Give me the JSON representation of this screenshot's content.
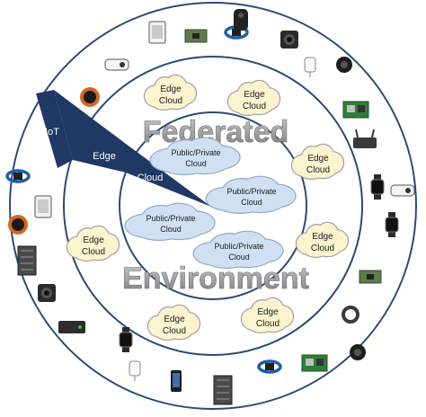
{
  "rings": {
    "outer_label": "IoT",
    "middle_label": "Edge",
    "inner_label": "Cloud"
  },
  "watermark": {
    "top_word": "Federated",
    "bottom_word": "Environment"
  },
  "edge_clouds": [
    {
      "line1": "Edge",
      "line2": "Cloud"
    },
    {
      "line1": "Edge",
      "line2": "Cloud"
    },
    {
      "line1": "Edge",
      "line2": "Cloud"
    },
    {
      "line1": "Edge",
      "line2": "Cloud"
    },
    {
      "line1": "Edge",
      "line2": "Cloud"
    },
    {
      "line1": "Edge",
      "line2": "Cloud"
    },
    {
      "line1": "Edge",
      "line2": "Cloud"
    }
  ],
  "core_clouds": [
    {
      "line1": "Public/Private",
      "line2": "Cloud"
    },
    {
      "line1": "Public/Private",
      "line2": "Cloud"
    },
    {
      "line1": "Public/Private",
      "line2": "Cloud"
    },
    {
      "line1": "Public/Private",
      "line2": "Cloud"
    }
  ],
  "devices": [
    {
      "icon": "tablet-device-icon"
    },
    {
      "icon": "circuit-board-icon"
    },
    {
      "icon": "fitness-band-icon"
    },
    {
      "icon": "security-camera-icon"
    },
    {
      "icon": "dash-button-icon"
    },
    {
      "icon": "smart-plug-icon"
    },
    {
      "icon": "webcam-icon"
    },
    {
      "icon": "thermostat-icon"
    },
    {
      "icon": "raspberry-pi-icon"
    },
    {
      "icon": "router-icon"
    },
    {
      "icon": "fitness-band-icon"
    },
    {
      "icon": "smartwatch-icon"
    },
    {
      "icon": "dash-button-icon"
    },
    {
      "icon": "tablet-device-icon"
    },
    {
      "icon": "thermostat-icon"
    },
    {
      "icon": "smartwatch-icon"
    },
    {
      "icon": "circuit-board-icon"
    },
    {
      "icon": "server-icon"
    },
    {
      "icon": "security-camera-icon"
    },
    {
      "icon": "ring-device-icon"
    },
    {
      "icon": "network-gateway-icon"
    },
    {
      "icon": "smartwatch-icon"
    },
    {
      "icon": "raspberry-pi-icon"
    },
    {
      "icon": "webcam-icon"
    },
    {
      "icon": "fitness-band-icon"
    },
    {
      "icon": "smart-plug-icon"
    },
    {
      "icon": "smartphone-icon"
    },
    {
      "icon": "server-icon"
    },
    {
      "icon": "smart-speaker-icon"
    }
  ],
  "colors": {
    "ring_stroke": "#2b4a78",
    "wedge_fill": "#1f3864",
    "cloud_fill": "#fdf3cf",
    "core_cloud_fill": "#cfe0f3",
    "watermark": "#9c9c9c"
  }
}
